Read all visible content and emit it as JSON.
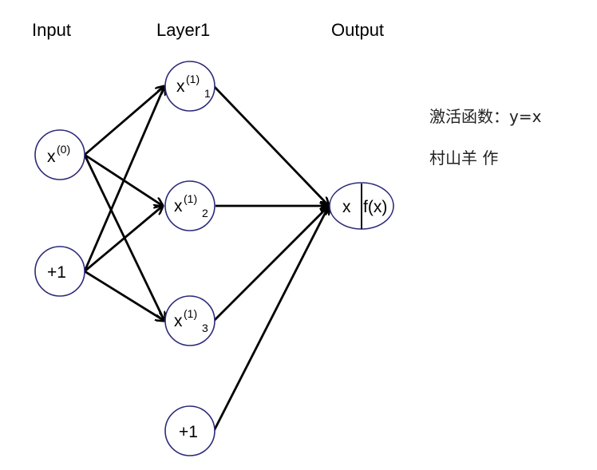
{
  "layers": {
    "input_title": "Input",
    "hidden_title": "Layer1",
    "output_title": "Output"
  },
  "nodes": {
    "input_x0": {
      "base": "x",
      "sup": "(0)",
      "sub": ""
    },
    "input_bias": {
      "label": "+1"
    },
    "hidden_1": {
      "base": "x",
      "sup": "(1)",
      "sub": "1"
    },
    "hidden_2": {
      "base": "x",
      "sup": "(1)",
      "sub": "2"
    },
    "hidden_3": {
      "base": "x",
      "sup": "(1)",
      "sub": "3"
    },
    "hidden_bias": {
      "label": "+1"
    },
    "output": {
      "left": "x",
      "right": "f(x)"
    }
  },
  "notes": {
    "activation": "激活函数：y=x",
    "author": "村山羊 作"
  },
  "colors": {
    "node_stroke": "#2d2a7a",
    "edge": "#000000"
  }
}
